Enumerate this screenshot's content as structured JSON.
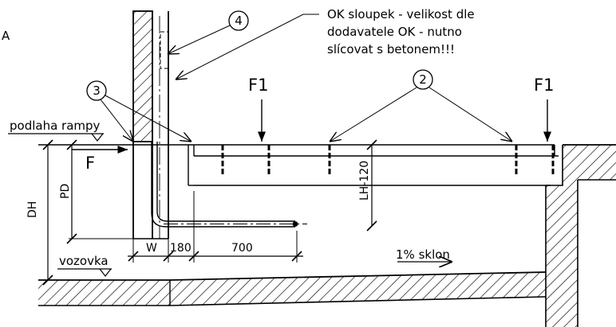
{
  "note": {
    "line1": "OK sloupek - velikost dle",
    "line2": "dodavatele OK - nutno",
    "line3": "slícovat s betonem!!!"
  },
  "callouts": [
    "4",
    "3",
    "2"
  ],
  "forces": {
    "f1_left": "F1",
    "f1_right": "F1",
    "f": "F"
  },
  "labels": {
    "ramp_floor": "podlaha rampy",
    "road": "vozovka",
    "slope": "1% sklon",
    "edge_letter": "A"
  },
  "dimensions": {
    "dh": "DH",
    "pd": "PD",
    "lh": "LH-120",
    "w": "W",
    "d180": "180",
    "d700": "700"
  }
}
